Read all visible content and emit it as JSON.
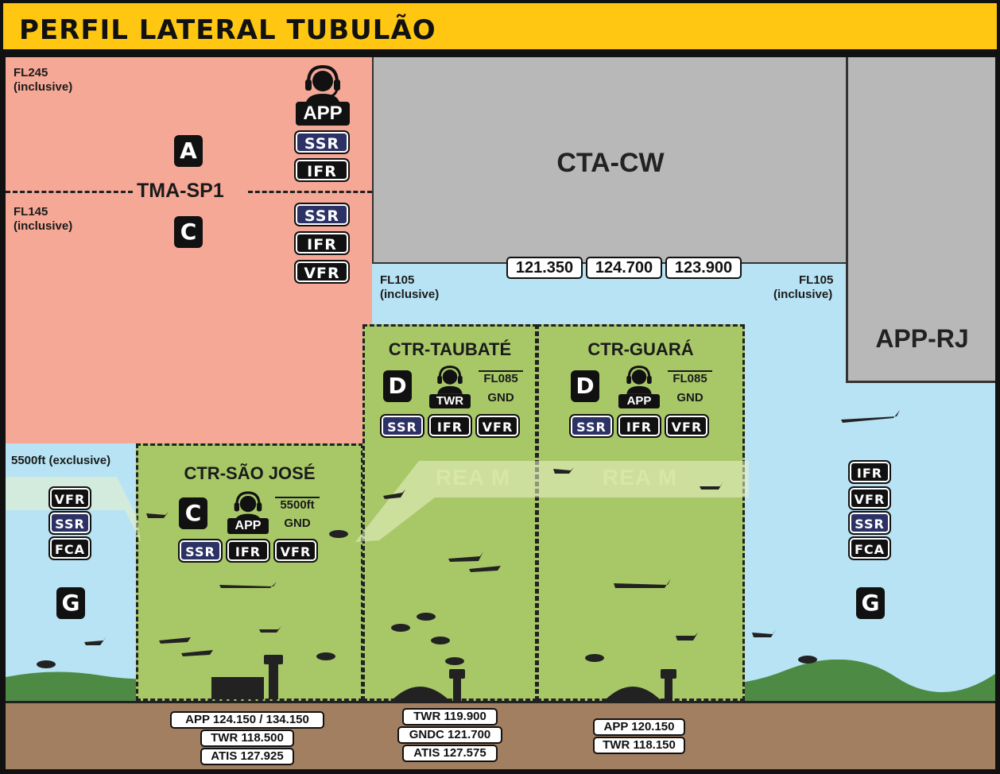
{
  "title": "PERFIL LATERAL TUBULÃO",
  "colors": {
    "title_bg": "#ffc711",
    "tma_zone": "#f6a897",
    "cta_zone": "#b8b8b8",
    "class_g_sky": "#b7e3f4",
    "ctr_zone": "#a8c868",
    "ground": "#a37f62",
    "hills": "#4d8a44",
    "badge_navy": "#2c3265",
    "badge_black": "#111111"
  },
  "tma": {
    "name": "TMA-SP1",
    "upper": {
      "fl": "FL245",
      "fl_note": "(inclusive)",
      "class": "A",
      "badges": [
        "SSR",
        "IFR"
      ],
      "unit": "APP",
      "unit_icon": "controller-headset-icon"
    },
    "lower": {
      "fl": "FL145",
      "fl_note": "(inclusive)",
      "class": "C",
      "badges": [
        "SSR",
        "IFR",
        "VFR"
      ]
    }
  },
  "cta": {
    "name": "CTA-CW",
    "frequencies": [
      "121.350",
      "124.700",
      "123.900"
    ],
    "floor_left": {
      "fl": "FL105",
      "fl_note": "(inclusive)"
    },
    "floor_right": {
      "fl": "FL105",
      "fl_note": "(inclusive)"
    }
  },
  "app_rj": {
    "name": "APP-RJ"
  },
  "class_g_left": {
    "limit": "5500ft (exclusive)",
    "badges": [
      "VFR",
      "SSR",
      "FCA"
    ],
    "class": "G"
  },
  "class_g_right": {
    "badges": [
      "IFR",
      "VFR",
      "SSR",
      "FCA"
    ],
    "class": "G"
  },
  "ctr_sao_jose": {
    "name": "CTR-SÃO JOSÉ",
    "class": "C",
    "unit": "APP",
    "upper_limit": "5500ft",
    "lower_limit": "GND",
    "badges": [
      "SSR",
      "IFR",
      "VFR"
    ],
    "frequencies": [
      "APP 124.150 / 134.150",
      "TWR 118.500",
      "ATIS 127.925"
    ]
  },
  "ctr_taubate": {
    "name": "CTR-TAUBATÉ",
    "class": "D",
    "unit": "TWR",
    "upper_limit": "FL085",
    "lower_limit": "GND",
    "badges": [
      "SSR",
      "IFR",
      "VFR"
    ],
    "frequencies": [
      "TWR 119.900",
      "GNDC 121.700",
      "ATIS 127.575"
    ]
  },
  "ctr_guara": {
    "name": "CTR-GUARÁ",
    "class": "D",
    "unit": "APP",
    "upper_limit": "FL085",
    "lower_limit": "GND",
    "badges": [
      "SSR",
      "IFR",
      "VFR"
    ],
    "frequencies": [
      "APP 120.150",
      "TWR 118.150"
    ]
  },
  "rea_labels": [
    "REA M",
    "REA M"
  ]
}
